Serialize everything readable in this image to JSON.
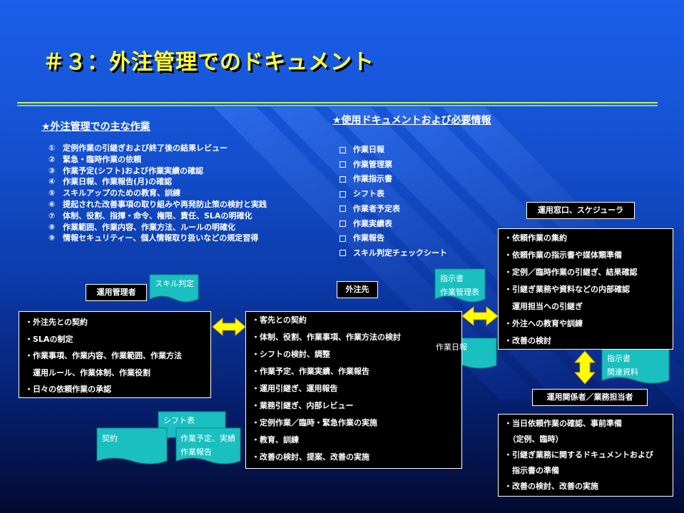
{
  "title": "＃３：外注管理でのドキュメント",
  "colors": {
    "doc_fill": "#1abfc0",
    "arrow": "#ffff00",
    "title": "#ffff33"
  },
  "left_section": {
    "heading": "★外注管理での主な作業",
    "items": [
      {
        "mark": "①",
        "text": "定例作業の引継ぎおよび終了後の結果レビュー"
      },
      {
        "mark": "②",
        "text": "緊急・臨時作業の依頼"
      },
      {
        "mark": "③",
        "text": "作業予定(シフト)および作業実績の確認"
      },
      {
        "mark": "④",
        "text": "作業日報、作業報告(月)の確認"
      },
      {
        "mark": "⑤",
        "text": "スキルアップのための教育、訓練"
      },
      {
        "mark": "⑥",
        "text": "提起された改善事項の取り組みや再発防止策の検討と実践"
      },
      {
        "mark": "⑦",
        "text": "体制、役割、指揮・命令、権限、責任、SLAの明確化"
      },
      {
        "mark": "⑧",
        "text": "作業範囲、作業内容、作業方法、ルールの明確化"
      },
      {
        "mark": "⑨",
        "text": "情報セキュリティー、個人情報取り扱いなどの規定習得"
      }
    ]
  },
  "right_section": {
    "heading": "★使用ドキュメントおよび必要情報",
    "items": [
      "作業日報",
      "作業管理票",
      "作業指示書",
      "シフト表",
      "作業者予定表",
      "作業実績表",
      "作業報告",
      "スキル判定チェックシート"
    ]
  },
  "boxes": {
    "manager": {
      "label": "運用管理者",
      "items": [
        "・外注先との契約",
        "・SLAの制定",
        "・作業事項、作業内容、作業範囲、作業方法",
        "　運用ルール、作業体制、作業役割",
        "・日々の依頼作業の承認"
      ]
    },
    "contractor": {
      "label": "外注先",
      "items": [
        "・客先との契約",
        "・体制、役割、作業事項、作業方法の検討",
        "・シフトの検討、調整",
        "・作業予定、作業実績、作業報告",
        "・運用引継ぎ、運用報告",
        "・業務引継ぎ、内部レビュー",
        "・定例作業／臨時・緊急作業の実施",
        "・教育、訓練",
        "・改善の検討、提案、改善の実施"
      ]
    },
    "scheduler": {
      "label": "運用窓口、スケジューラ",
      "items": [
        "・依頼作業の集約",
        "・依頼作業の指示書や媒体類準備",
        "・定例／臨時作業の引継ぎ、結果確認",
        "・引継ぎ業務や資料などの内部確認",
        "　運用担当への引継ぎ",
        "・外注への教育や訓練",
        "・改善の検討"
      ]
    },
    "staff": {
      "label": "運用関係者／業務担当者",
      "items": [
        "・当日依頼作業の確認、事前準備",
        "　（定例、臨時）",
        "・引継ぎ業務に関するドキュメントおよび",
        "　指示書の準備",
        "・改善の検討、改善の実施"
      ]
    }
  },
  "docs": {
    "skill": [
      "スキル判定"
    ],
    "instruction": [
      "指示書",
      "作業管理表"
    ],
    "daily": [
      "作業日報"
    ],
    "related": [
      "指示書",
      "関連資料"
    ],
    "shift": [
      "シフト表"
    ],
    "contract": [
      "契約"
    ],
    "plan": [
      "作業予定、実績",
      "作業報告"
    ]
  }
}
